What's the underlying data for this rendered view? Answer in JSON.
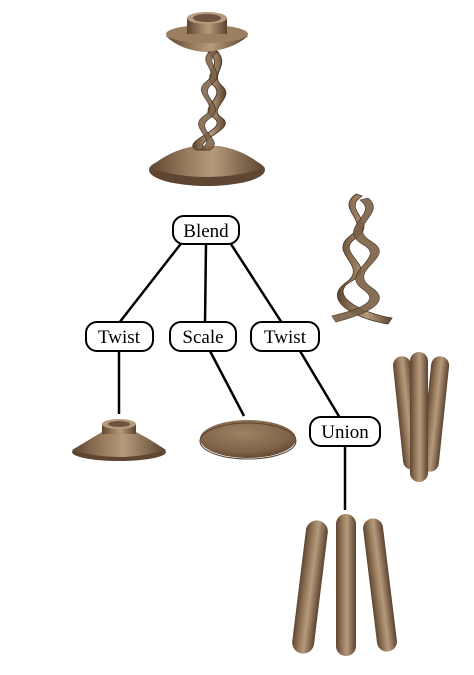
{
  "diagram": {
    "nodes": {
      "blend": {
        "label": "Blend"
      },
      "twist_left": {
        "label": "Twist"
      },
      "scale": {
        "label": "Scale"
      },
      "twist_right": {
        "label": "Twist"
      },
      "union": {
        "label": "Union"
      }
    }
  },
  "colors": {
    "wood": "#8a6d50",
    "wood_dark": "#5e4632",
    "wood_light": "#b59a7c",
    "edge": "#000000",
    "node_fill": "#ffffff"
  }
}
